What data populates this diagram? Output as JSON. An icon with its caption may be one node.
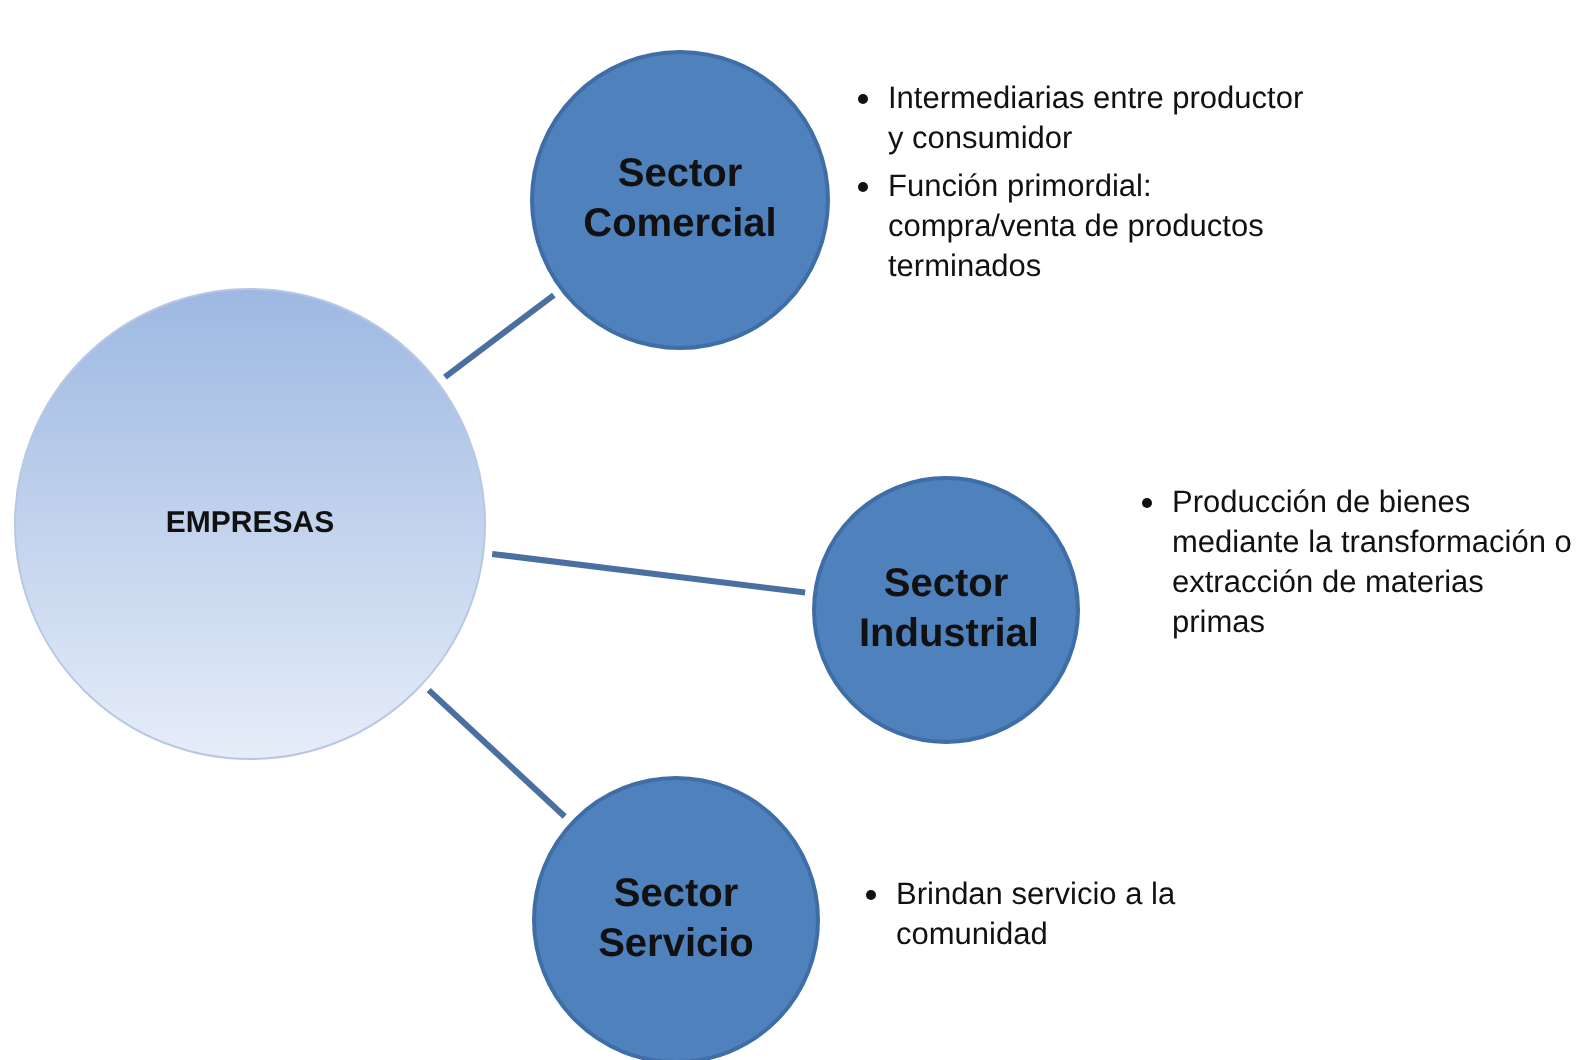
{
  "diagram": {
    "nodes": [
      {
        "text": [
          "EMPRESAS"
        ]
      },
      {
        "text": [
          "Sector Comercial"
        ],
        "beside": [
          "Intermediarias entre productor y consumidor",
          "Función primordial: compra/venta de productos terminados"
        ]
      },
      {
        "text": [
          "Sector Industrial"
        ],
        "beside": [
          "Producción de bienes mediante la transformación  o extracción de materias primas"
        ]
      },
      {
        "text": [
          "Sector Servicio"
        ],
        "beside": [
          "Brindan servicio a la comunidad"
        ]
      }
    ],
    "edges": [
      {
        "from": 0,
        "to": 1,
        "arrow": "none"
      },
      {
        "from": 0,
        "to": 2,
        "arrow": "none"
      },
      {
        "from": 0,
        "to": 3,
        "arrow": "none"
      }
    ]
  }
}
